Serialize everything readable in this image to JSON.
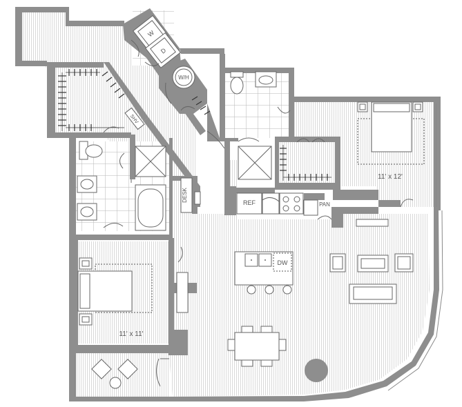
{
  "rooms": {
    "bedroom_1_size": "11' x 12'",
    "bedroom_2_size": "11' x 11'"
  },
  "labels": {
    "washer": "W",
    "dryer": "D",
    "water_heater": "W/H",
    "shelving": "SHV",
    "desk": "DESK",
    "refrigerator": "REF",
    "dishwasher": "DW",
    "pantry": "PAN"
  },
  "colors": {
    "wall": "#8e8e8e",
    "floor_line": "#d6d6d6",
    "tile_grid": "#b5b5b5",
    "text": "#555555"
  }
}
